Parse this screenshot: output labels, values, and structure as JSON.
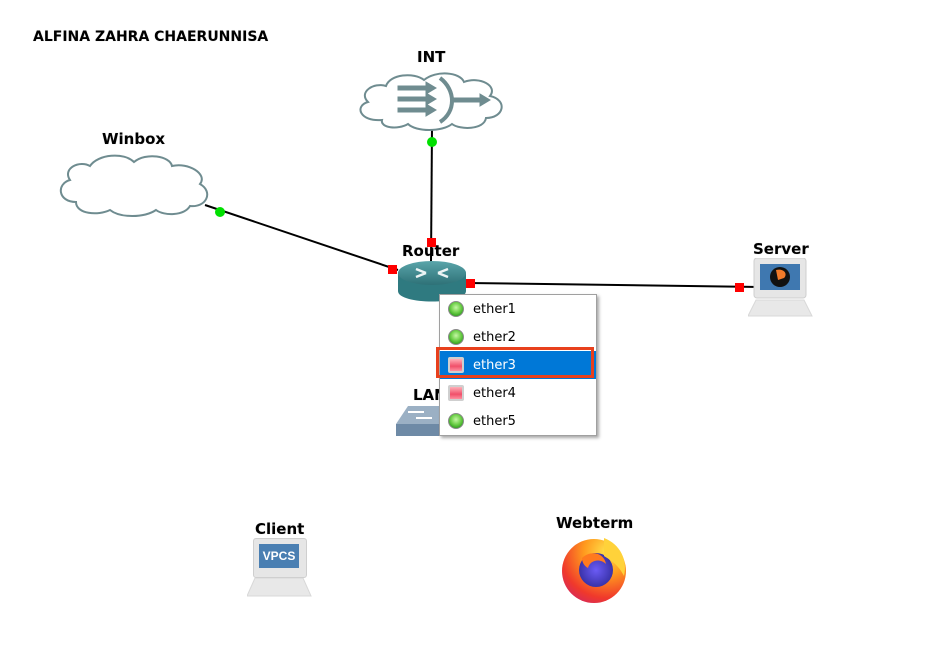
{
  "title": "ALFINA ZAHRA CHAERUNNISA",
  "nodes": {
    "int": {
      "label": "INT",
      "type": "nat-cloud"
    },
    "winbox": {
      "label": "Winbox",
      "type": "cloud"
    },
    "router": {
      "label": "Router",
      "type": "router"
    },
    "server": {
      "label": "Server",
      "type": "qemu-host"
    },
    "lan": {
      "label": "LAN",
      "type": "switch"
    },
    "client": {
      "label": "Client",
      "type": "vpcs",
      "screen_text": "VPCS"
    },
    "webterm": {
      "label": "Webterm",
      "type": "firefox"
    }
  },
  "links": [
    {
      "from": "winbox",
      "to": "router",
      "from_status": "up",
      "to_status": "down"
    },
    {
      "from": "int",
      "to": "router",
      "from_status": "up",
      "to_status": "down"
    },
    {
      "from": "router",
      "to": "server",
      "from_status": "down",
      "to_status": "down"
    }
  ],
  "context_menu": {
    "items": [
      {
        "label": "ether1",
        "status": "up"
      },
      {
        "label": "ether2",
        "status": "up"
      },
      {
        "label": "ether3",
        "status": "down",
        "selected": true
      },
      {
        "label": "ether4",
        "status": "down"
      },
      {
        "label": "ether5",
        "status": "up"
      }
    ]
  },
  "colors": {
    "link_up": "#00e000",
    "link_down": "#ff0000",
    "menu_selected": "#0078d7",
    "highlight_box": "#e8401c"
  }
}
